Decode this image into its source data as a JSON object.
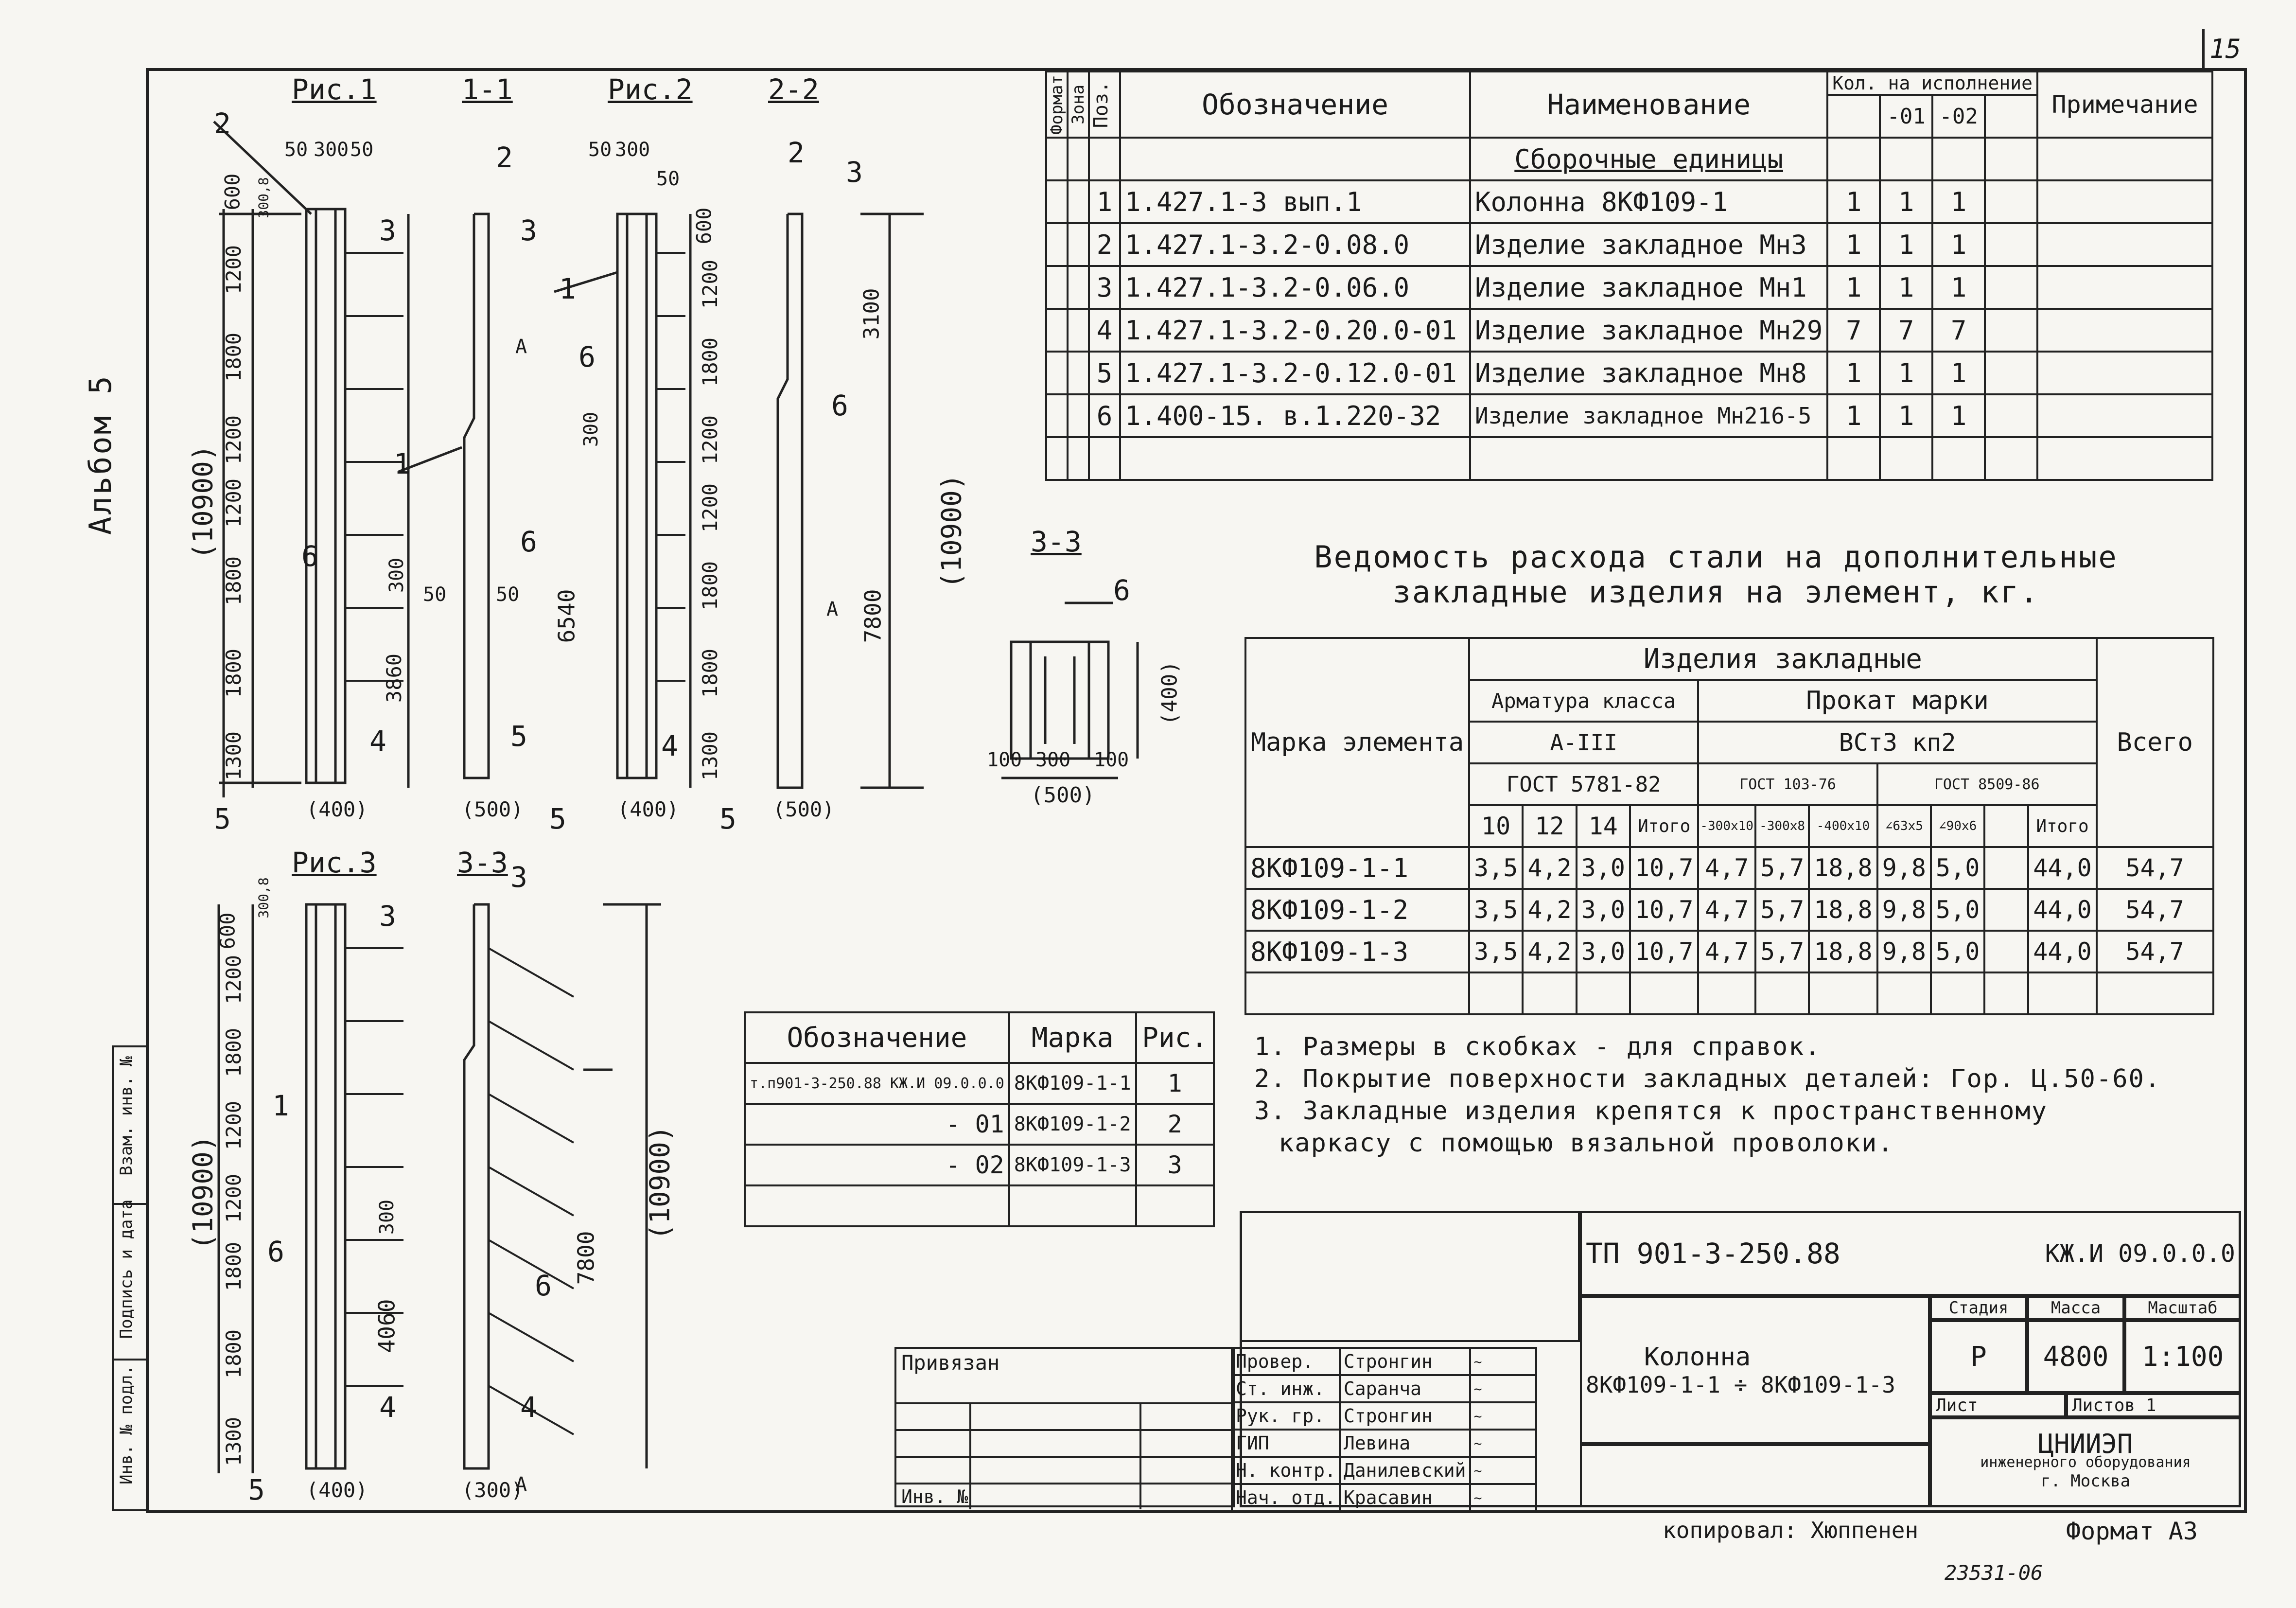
{
  "sheet": {
    "page_number": "15",
    "album": "Альбом 5",
    "copied_by": "копировал: Хюппенен",
    "format": "Формат А3",
    "stamp_number": "23531-06"
  },
  "side_strip": [
    "Инв. № подл.",
    "Подпись и дата",
    "Взам. инв. №"
  ],
  "figures": {
    "fig1": "Рис.1",
    "sec11": "1-1",
    "fig2": "Рис.2",
    "sec22": "2-2",
    "fig3": "Рис.3",
    "sec33a": "3-3",
    "sec33b": "3-3",
    "dims_fig1": [
      "50",
      "300",
      "50",
      "600",
      "1200",
      "1800",
      "1200",
      "1200",
      "1800",
      "1800",
      "1300",
      "(10900)",
      "(400)",
      "300,8"
    ],
    "dims_sec11": [
      "50",
      "50",
      "300",
      "3860",
      "(500)"
    ],
    "dims_fig2": [
      "50",
      "300",
      "50",
      "600",
      "1200",
      "1800",
      "1200",
      "1200",
      "1800",
      "1800",
      "1300",
      "300",
      "6540",
      "(400)"
    ],
    "dims_sec22": [
      "3100",
      "(10900)",
      "7800",
      "(500)"
    ],
    "dims_fig3": [
      "600",
      "1200",
      "1800",
      "1200",
      "1200",
      "1800",
      "1800",
      "1300",
      "(10900)",
      "(400)",
      "300",
      "4060",
      "300,8"
    ],
    "dims_sec33": [
      "(10900)",
      "7800",
      "(300)"
    ],
    "dims_section": [
      "100",
      "300",
      "100",
      "(500)",
      "(400)"
    ],
    "callouts": [
      "1",
      "2",
      "3",
      "4",
      "5",
      "6",
      "А"
    ]
  },
  "spec": {
    "headers": {
      "format": "Формат",
      "zone": "Зона",
      "pos": "Поз.",
      "designation": "Обозначение",
      "name": "Наименование",
      "qty": "Кол. на исполнение",
      "qty_01": "-01",
      "qty_02": "-02",
      "note": "Примечание"
    },
    "section": "Сборочные единицы",
    "rows": [
      {
        "pos": "1",
        "designation": "1.427.1-3 вып.1",
        "name": "Колонна 8КФ109-1",
        "q": "1",
        "q01": "1",
        "q02": "1"
      },
      {
        "pos": "2",
        "designation": "1.427.1-3.2-0.08.0",
        "name": "Изделие закладное Мн3",
        "q": "1",
        "q01": "1",
        "q02": "1"
      },
      {
        "pos": "3",
        "designation": "1.427.1-3.2-0.06.0",
        "name": "Изделие закладное Мн1",
        "q": "1",
        "q01": "1",
        "q02": "1"
      },
      {
        "pos": "4",
        "designation": "1.427.1-3.2-0.20.0-01",
        "name": "Изделие закладное Мн29",
        "q": "7",
        "q01": "7",
        "q02": "7"
      },
      {
        "pos": "5",
        "designation": "1.427.1-3.2-0.12.0-01",
        "name": "Изделие закладное Мн8",
        "q": "1",
        "q01": "1",
        "q02": "1"
      },
      {
        "pos": "6",
        "designation": "1.400-15. в.1.220-32",
        "name": "Изделие закладное Мн216-5",
        "q": "1",
        "q01": "1",
        "q02": "1"
      }
    ]
  },
  "steel": {
    "title_line1": "Ведомость расхода стали на дополнительные",
    "title_line2": "закладные изделия на элемент, кг.",
    "h_mark": "Марка элемента",
    "h_items": "Изделия закладные",
    "h_rebar": "Арматура класса",
    "h_rebar_class": "А-III",
    "h_rebar_gost": "ГОСТ 5781-82",
    "h_rolled": "Прокат марки",
    "h_rolled_grade": "ВСт3 кп2",
    "h_gost1": "ГОСТ 103-76",
    "h_gost2": "ГОСТ 8509-86",
    "h_total": "Всего",
    "cols": [
      "10",
      "12",
      "14",
      "Итого",
      "-300х10",
      "-300х8",
      "-400х10",
      "∠63х5",
      "∠90х6",
      "",
      "Итого"
    ],
    "rows": [
      {
        "mark": "8КФ109-1-1",
        "vals": [
          "3,5",
          "4,2",
          "3,0",
          "10,7",
          "4,7",
          "5,7",
          "18,8",
          "9,8",
          "5,0",
          "",
          "44,0"
        ],
        "total": "54,7"
      },
      {
        "mark": "8КФ109-1-2",
        "vals": [
          "3,5",
          "4,2",
          "3,0",
          "10,7",
          "4,7",
          "5,7",
          "18,8",
          "9,8",
          "5,0",
          "",
          "44,0"
        ],
        "total": "54,7"
      },
      {
        "mark": "8КФ109-1-3",
        "vals": [
          "3,5",
          "4,2",
          "3,0",
          "10,7",
          "4,7",
          "5,7",
          "18,8",
          "9,8",
          "5,0",
          "",
          "44,0"
        ],
        "total": "54,7"
      }
    ]
  },
  "marks_table": {
    "h_designation": "Обозначение",
    "h_mark": "Марка",
    "h_fig": "Рис.",
    "rows": [
      {
        "designation": "т.п901-3-250.88 КЖ.И 09.0.0.0",
        "mark": "8КФ109-1-1",
        "fig": "1"
      },
      {
        "designation": "- 01",
        "mark": "8КФ109-1-2",
        "fig": "2"
      },
      {
        "designation": "- 02",
        "mark": "8КФ109-1-3",
        "fig": "3"
      }
    ]
  },
  "notes": [
    "1. Размеры в скобках - для справок.",
    "2. Покрытие поверхности закладных деталей: Гор. Ц.50-60.",
    "3. Закладные изделия крепятся к пространственному",
    "каркасу с помощью вязальной проволоки."
  ],
  "stamp": {
    "project": "ТП 901-3-250.88",
    "code": "КЖ.И 09.0.0.0",
    "title_line1": "Колонна",
    "title_line2": "8КФ109-1-1 ÷ 8КФ109-1-3",
    "h_stage": "Стадия",
    "h_mass": "Масса",
    "h_scale": "Масштаб",
    "stage": "Р",
    "mass": "4800",
    "scale": "1:100",
    "sheet": "Лист",
    "sheets": "Листов 1",
    "org1": "ЦНИИЭП",
    "org2": "инженерного оборудования",
    "org3": "г. Москва",
    "bound": "Привязан",
    "inv": "Инв. №",
    "signers": [
      {
        "role": "Провер.",
        "name": "Стронгин"
      },
      {
        "role": "Ст. инж.",
        "name": "Саранча"
      },
      {
        "role": "Рук. гр.",
        "name": "Стронгин"
      },
      {
        "role": "ГИП",
        "name": "Левина"
      },
      {
        "role": "Н. контр.",
        "name": "Данилевский"
      },
      {
        "role": "Нач. отд.",
        "name": "Красавин"
      }
    ]
  }
}
